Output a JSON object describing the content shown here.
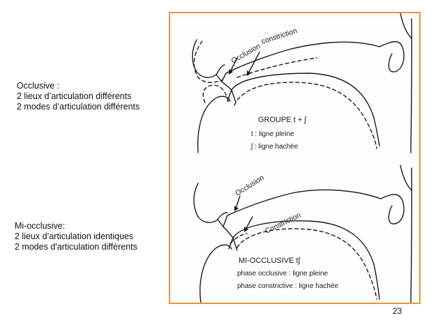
{
  "slide": {
    "caption_top": {
      "line1": "Occlusive :",
      "line2": "2 lieux d’articulation différents",
      "line3": "2 modes d’articulation différents"
    },
    "caption_bottom": {
      "line1": "Mi-occlusive:",
      "line2": "2 lieux d’articulation identiques",
      "line3": "2 modes d'articulation différents"
    },
    "page_number": "23"
  },
  "figure_top": {
    "label_occlusion": "Occlusion",
    "label_constriction": "constriction",
    "title": "GROUPE t + ʃ",
    "legend_solid": "t : ligne pleine",
    "legend_dashed": "ʃ : ligne hachée"
  },
  "figure_bottom": {
    "label_occlusion": "Occlusion",
    "label_constriction": "Constriction",
    "title": "MI-OCCLUSIVE tʃ",
    "legend_solid": "phase occlusive : ligne pleine",
    "legend_dashed": "phase constrictive : ligne hachée"
  },
  "colors": {
    "frame_border": "#e8963a",
    "text": "#111111",
    "ink": "#1a1a1a"
  }
}
